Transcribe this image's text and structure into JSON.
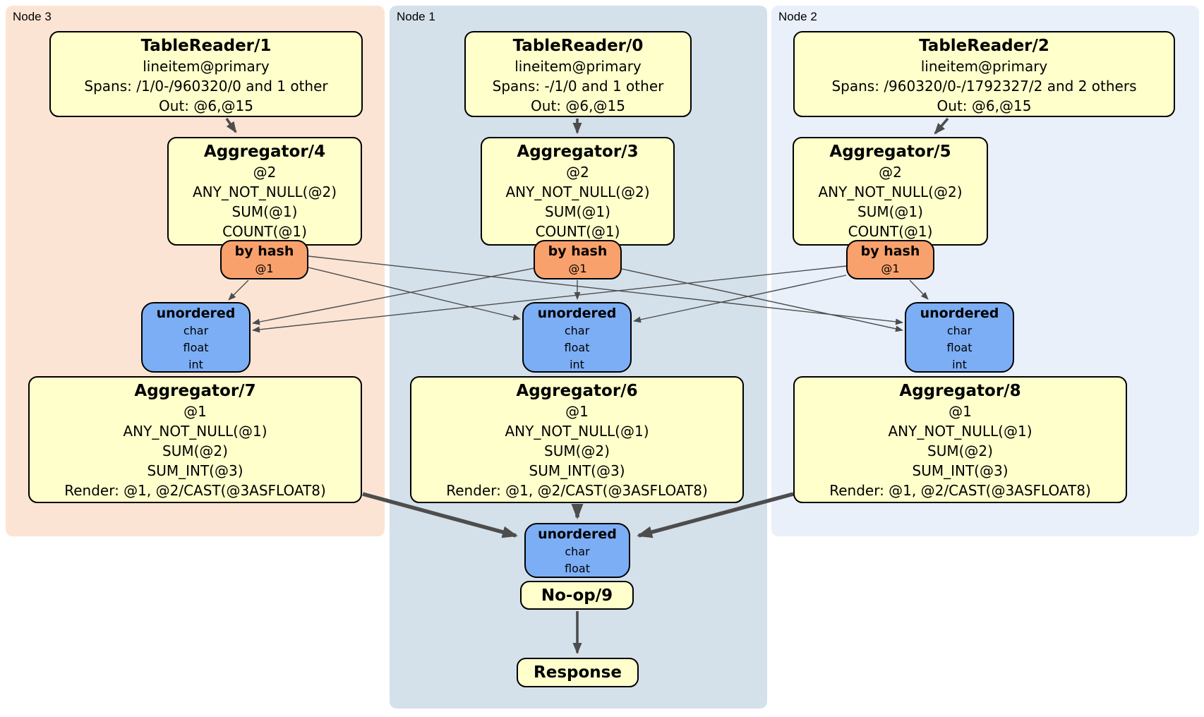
{
  "regions": [
    {
      "label": "Node 3"
    },
    {
      "label": "Node 1"
    },
    {
      "label": "Node 2"
    }
  ],
  "colors": {
    "node3_bg": "#fce4d4",
    "node1_bg": "#d4e1eb",
    "node2_bg": "#e9f0fa",
    "processor_fill": "#ffffcc",
    "router_fill": "#f9a16c",
    "sync_fill": "#7caef5",
    "edge": "#4d4d4d",
    "border": "#000000"
  },
  "processors": {
    "tr1": {
      "title": "TableReader/1",
      "lines": [
        "lineitem@primary",
        "Spans: /1/0-/960320/0 and 1 other",
        "Out: @6,@15"
      ]
    },
    "tr0": {
      "title": "TableReader/0",
      "lines": [
        "lineitem@primary",
        "Spans: -/1/0 and 1 other",
        "Out: @6,@15"
      ]
    },
    "tr2": {
      "title": "TableReader/2",
      "lines": [
        "lineitem@primary",
        "Spans: /960320/0-/1792327/2 and 2 others",
        "Out: @6,@15"
      ]
    },
    "agg4": {
      "title": "Aggregator/4",
      "lines": [
        "@2",
        "ANY_NOT_NULL(@2)",
        "SUM(@1)",
        "COUNT(@1)"
      ]
    },
    "agg3": {
      "title": "Aggregator/3",
      "lines": [
        "@2",
        "ANY_NOT_NULL(@2)",
        "SUM(@1)",
        "COUNT(@1)"
      ]
    },
    "agg5": {
      "title": "Aggregator/5",
      "lines": [
        "@2",
        "ANY_NOT_NULL(@2)",
        "SUM(@1)",
        "COUNT(@1)"
      ]
    },
    "router3": {
      "title": "by hash",
      "lines": [
        "@1"
      ]
    },
    "router1": {
      "title": "by hash",
      "lines": [
        "@1"
      ]
    },
    "router2": {
      "title": "by hash",
      "lines": [
        "@1"
      ]
    },
    "sync3": {
      "title": "unordered",
      "lines": [
        "char",
        "float",
        "int"
      ]
    },
    "sync1": {
      "title": "unordered",
      "lines": [
        "char",
        "float",
        "int"
      ]
    },
    "sync2": {
      "title": "unordered",
      "lines": [
        "char",
        "float",
        "int"
      ]
    },
    "agg7": {
      "title": "Aggregator/7",
      "lines": [
        "@1",
        "ANY_NOT_NULL(@1)",
        "SUM(@2)",
        "SUM_INT(@3)",
        "Render: @1, @2/CAST(@3ASFLOAT8)"
      ]
    },
    "agg6": {
      "title": "Aggregator/6",
      "lines": [
        "@1",
        "ANY_NOT_NULL(@1)",
        "SUM(@2)",
        "SUM_INT(@3)",
        "Render: @1, @2/CAST(@3ASFLOAT8)"
      ]
    },
    "agg8": {
      "title": "Aggregator/8",
      "lines": [
        "@1",
        "ANY_NOT_NULL(@1)",
        "SUM(@2)",
        "SUM_INT(@3)",
        "Render: @1, @2/CAST(@3ASFLOAT8)"
      ]
    },
    "final_sync": {
      "title": "unordered",
      "lines": [
        "char",
        "float"
      ]
    },
    "noop": {
      "title": "No-op/9"
    },
    "response": {
      "title": "Response"
    }
  }
}
